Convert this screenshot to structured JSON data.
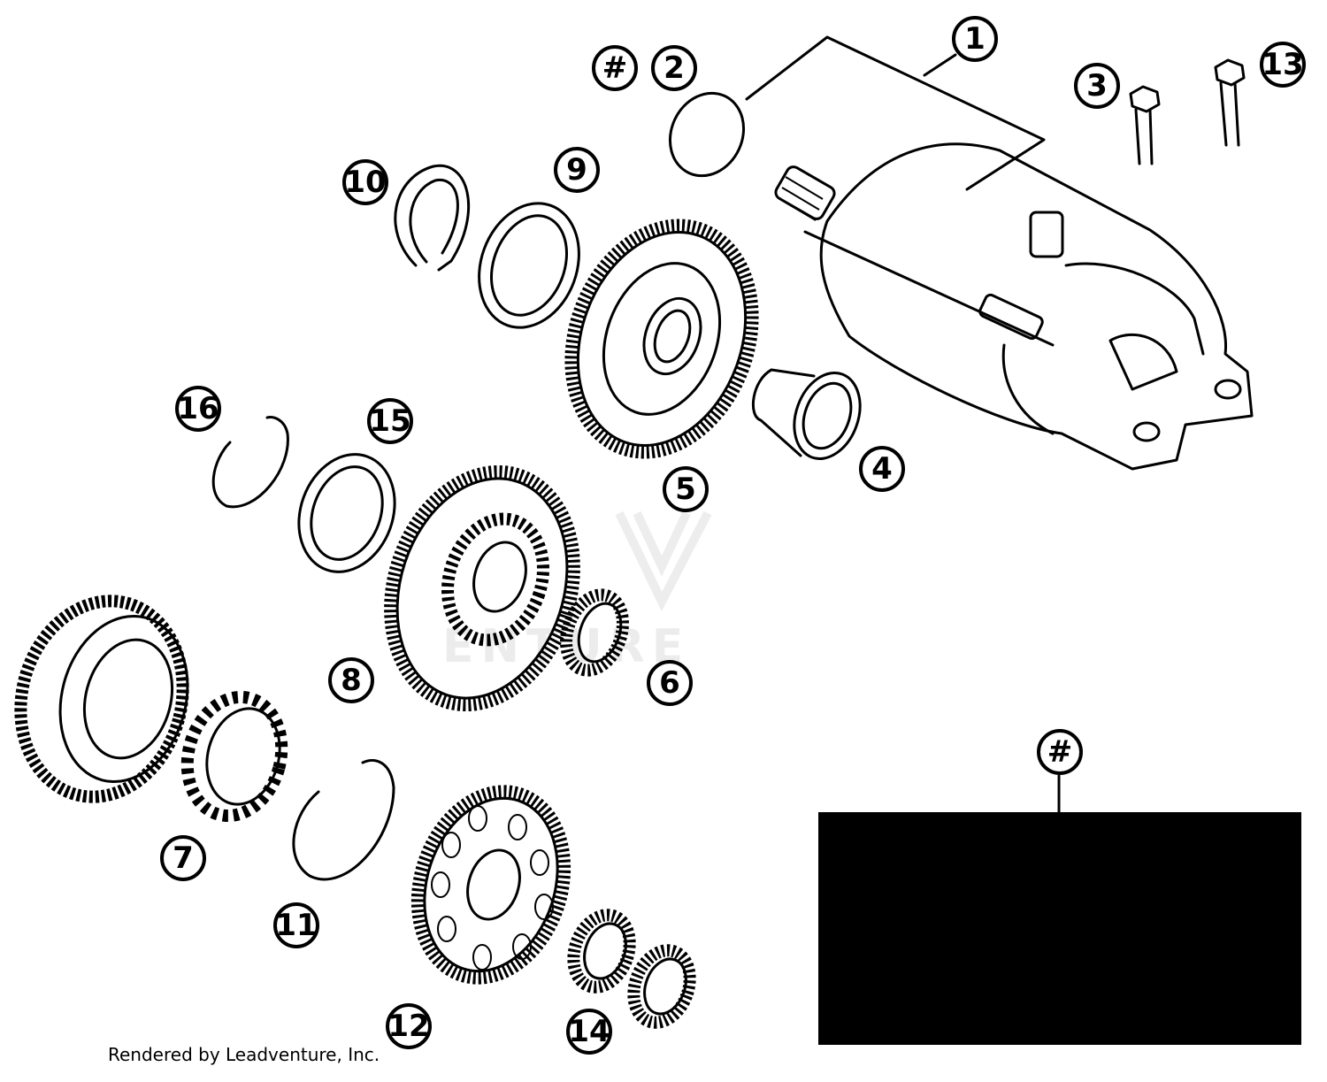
{
  "diagram": {
    "callouts": {
      "c1": "1",
      "c2": "2",
      "c2hash": "#",
      "c3": "3",
      "c4": "4",
      "c5": "5",
      "c6": "6",
      "c7": "7",
      "c8": "8",
      "c9": "9",
      "c10": "10",
      "c11": "11",
      "c12": "12",
      "c13": "13",
      "c14": "14",
      "c15": "15",
      "c16": "16",
      "inset": "#"
    },
    "watermark": "ENTURE",
    "credit": "Rendered by Leadventure, Inc.",
    "colors": {
      "ink": "#000000",
      "paper": "#ffffff"
    }
  }
}
